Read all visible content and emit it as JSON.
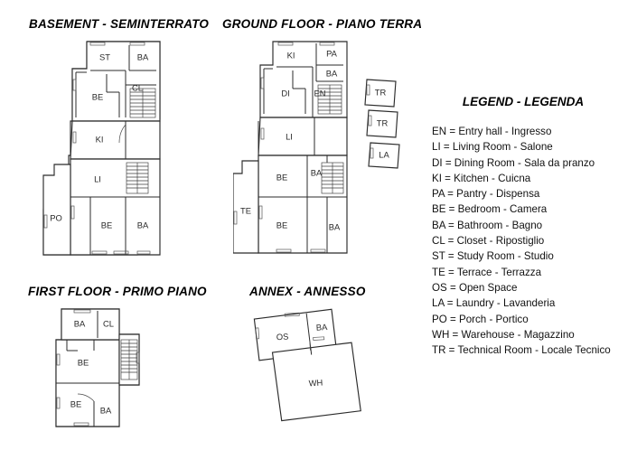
{
  "plans": {
    "basement": {
      "title": "BASEMENT - SEMINTERRATO",
      "rooms": [
        {
          "code": "ST",
          "name": "Study Room"
        },
        {
          "code": "BA",
          "name": "Bathroom"
        },
        {
          "code": "BE",
          "name": "Bedroom"
        },
        {
          "code": "CL",
          "name": "Closet"
        },
        {
          "code": "KI",
          "name": "Kitchen"
        },
        {
          "code": "LI",
          "name": "Living Room"
        },
        {
          "code": "PO",
          "name": "Porch"
        },
        {
          "code": "BE",
          "name": "Bedroom"
        },
        {
          "code": "BA",
          "name": "Bathroom"
        }
      ]
    },
    "ground": {
      "title": "GROUND FLOOR - PIANO TERRA",
      "rooms": [
        {
          "code": "KI",
          "name": "Kitchen"
        },
        {
          "code": "PA",
          "name": "Pantry"
        },
        {
          "code": "BA",
          "name": "Bathroom"
        },
        {
          "code": "DI",
          "name": "Dining Room"
        },
        {
          "code": "EN",
          "name": "Entry hall"
        },
        {
          "code": "LI",
          "name": "Living Room"
        },
        {
          "code": "BE",
          "name": "Bedroom"
        },
        {
          "code": "BA",
          "name": "Bathroom"
        },
        {
          "code": "TE",
          "name": "Terrace"
        },
        {
          "code": "BE",
          "name": "Bedroom"
        },
        {
          "code": "BA",
          "name": "Bathroom"
        }
      ],
      "outbuildings": [
        {
          "code": "TR",
          "name": "Technical Room"
        },
        {
          "code": "TR",
          "name": "Technical Room"
        },
        {
          "code": "LA",
          "name": "Laundry"
        }
      ]
    },
    "first": {
      "title": "FIRST FLOOR - PRIMO PIANO",
      "rooms": [
        {
          "code": "BA",
          "name": "Bathroom"
        },
        {
          "code": "CL",
          "name": "Closet"
        },
        {
          "code": "BE",
          "name": "Bedroom"
        },
        {
          "code": "BE",
          "name": "Bedroom"
        },
        {
          "code": "BA",
          "name": "Bathroom"
        }
      ]
    },
    "annex": {
      "title": "ANNEX - ANNESSO",
      "rooms": [
        {
          "code": "OS",
          "name": "Open Space"
        },
        {
          "code": "BA",
          "name": "Bathroom"
        },
        {
          "code": "WH",
          "name": "Warehouse"
        }
      ]
    }
  },
  "legend": {
    "title": "LEGEND - LEGENDA",
    "entries": [
      "EN = Entry hall - Ingresso",
      "LI = Living Room - Salone",
      "DI = Dining Room - Sala da pranzo",
      "KI = Kitchen - Cuicna",
      "PA = Pantry - Dispensa",
      "BE = Bedroom - Camera",
      "BA = Bathroom - Bagno",
      "CL = Closet - Ripostiglio",
      "ST = Study Room - Studio",
      "TE = Terrace - Terrazza",
      "OS = Open Space",
      "LA = Laundry - Lavanderia",
      "PO = Porch - Portico",
      "WH = Warehouse - Magazzino",
      "TR = Technical Room - Locale Tecnico"
    ]
  },
  "colors": {
    "wall": "#2b2b2b",
    "label": "#2a2a2a",
    "background": "#ffffff"
  }
}
